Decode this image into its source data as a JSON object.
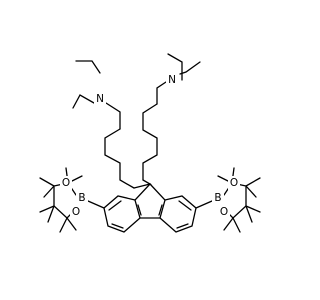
{
  "molecule": {
    "atoms": [
      {
        "id": "a1",
        "symbol": "N",
        "color": "#000000"
      },
      {
        "id": "a2",
        "symbol": "N",
        "color": "#000000"
      },
      {
        "id": "a3",
        "symbol": "B",
        "color": "#000000"
      },
      {
        "id": "a4",
        "symbol": "B",
        "color": "#000000"
      },
      {
        "id": "a5",
        "symbol": "O",
        "color": "#000000"
      },
      {
        "id": "a6",
        "symbol": "O",
        "color": "#000000"
      },
      {
        "id": "a7",
        "symbol": "O",
        "color": "#000000"
      },
      {
        "id": "a8",
        "symbol": "O",
        "color": "#000000"
      }
    ],
    "bond_color": "#000000",
    "background": "#ffffff"
  }
}
